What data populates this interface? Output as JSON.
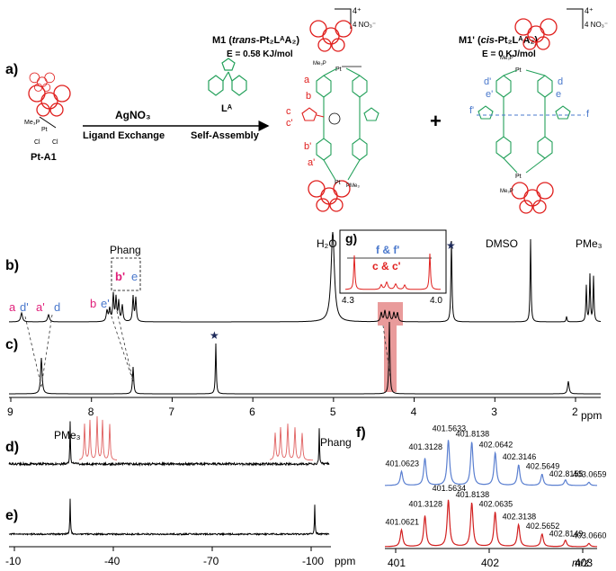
{
  "scheme": {
    "panel_label": "a)",
    "reactant_label": "Pt-A1",
    "reactant_pme3": "Me₃P",
    "reactant_cl": "Cl",
    "reagent_top": "AgNO₃",
    "reagent_bottom": "Ligand Exchange",
    "ligand_label": "Lᴬ",
    "self_assembly": "Self-Assembly",
    "plus": "+",
    "m1": {
      "title_a": "M1 (",
      "title_b": "trans",
      "title_c": "-Pt₂LᴬA₂)",
      "energy": "E = 0.58 KJ/mol",
      "charge": "4⁺",
      "anion": "4 NO₃⁻",
      "pme3": "Me₃P",
      "pme3_b": "PMe₃",
      "labels": [
        "a",
        "b",
        "c",
        "c'",
        "b'",
        "a'"
      ]
    },
    "m1p": {
      "title_a": "M1' (",
      "title_b": "cis",
      "title_c": "-Pt₂LᴬA₂)",
      "energy": "E = 0 KJ/mol",
      "charge": "4⁺",
      "anion": "4 NO₃⁻",
      "pme3": "Me₃P",
      "pme3_b": "Me₃P",
      "labels": [
        "d'",
        "d",
        "e'",
        "e",
        "f'",
        "f"
      ]
    }
  },
  "spectra": {
    "panel_b": "b)",
    "panel_c": "c)",
    "panel_d": "d)",
    "panel_e": "e)",
    "panel_f": "f)",
    "panel_g": "g)",
    "peak_labels_b": {
      "a": "a",
      "dp": "d'",
      "ap": "a'",
      "d": "d",
      "b": "b",
      "ep": "e'",
      "bp": "b'",
      "e": "e",
      "phang": "Phang",
      "h2o": "H₂O",
      "dmso": "DMSO",
      "pme3": "PMe₃"
    },
    "inset_g": {
      "ff": "f & f'",
      "cc": "c & c'",
      "tick_left": "4.3",
      "tick_right": "4.0"
    },
    "star": "★",
    "h_axis_ticks": [
      "9",
      "8",
      "7",
      "6",
      "5",
      "4",
      "3",
      "2"
    ],
    "h_axis_unit": "ppm",
    "p_labels": {
      "pme3": "PMe₃",
      "phang": "Phang"
    },
    "p_axis_ticks": [
      "-10",
      "-40",
      "-70",
      "-100"
    ],
    "p_axis_unit": "ppm"
  },
  "ms": {
    "blue_labels": [
      "401.0623",
      "401.3128",
      "401.5633",
      "401.8138",
      "402.0642",
      "402.3146",
      "402.5649",
      "402.8155",
      "403.0659"
    ],
    "red_labels": [
      "401.0621",
      "401.3128",
      "401.5634",
      "401.8138",
      "402.0635",
      "402.3138",
      "402.5652",
      "402.8149",
      "403.0660"
    ],
    "blue_values": [
      0.3,
      0.58,
      0.97,
      0.93,
      0.7,
      0.44,
      0.24,
      0.12,
      0.07
    ],
    "red_values": [
      0.36,
      0.66,
      1.0,
      0.94,
      0.74,
      0.47,
      0.27,
      0.14,
      0.07
    ],
    "axis_ticks": [
      "401",
      "402",
      "403"
    ],
    "axis_unit": "m/z",
    "colors": {
      "blue": "#5a7fd0",
      "red": "#d22020"
    }
  },
  "colors": {
    "red": "#e0201e",
    "green": "#23a05a",
    "blue": "#4a78cc",
    "pink": "#e0207a",
    "highlight": "#e07070"
  }
}
